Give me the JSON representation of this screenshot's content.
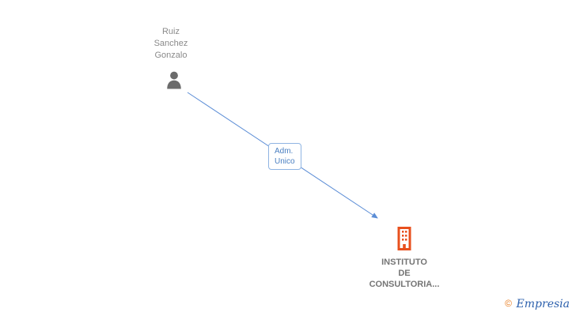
{
  "diagram": {
    "person": {
      "name_lines": [
        "Ruiz",
        "Sanchez",
        "Gonzalo"
      ]
    },
    "edge": {
      "label_lines": [
        "Adm.",
        "Unico"
      ]
    },
    "company": {
      "name_lines": [
        "INSTITUTO",
        "DE",
        "CONSULTORIA..."
      ]
    },
    "colors": {
      "person_text": "#8a8a8a",
      "person_icon": "#6b6b6b",
      "edge": "#5b8dd6",
      "edge_label_text": "#4a7fc1",
      "edge_label_border": "#8fb4e3",
      "company_icon": "#e8501e",
      "company_text": "#757575",
      "brand_blue": "#2b5fac",
      "brand_orange": "#e87c1e"
    }
  },
  "footer": {
    "copyright_symbol": "©",
    "brand": "Empresia"
  }
}
